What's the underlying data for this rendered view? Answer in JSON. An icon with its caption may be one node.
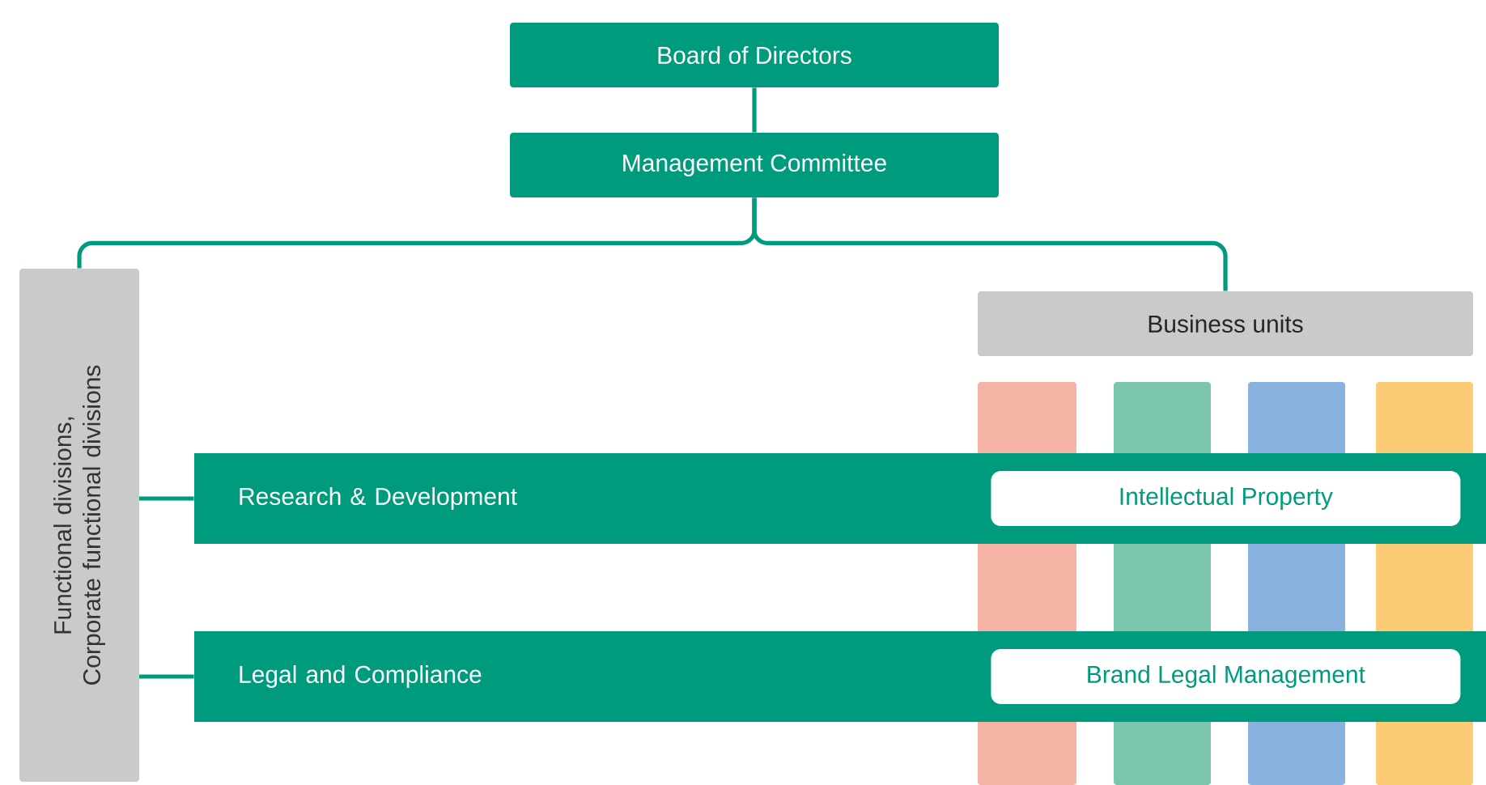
{
  "diagram": {
    "nodes": [
      {
        "text": [
          "Board of Directors"
        ]
      },
      {
        "text": [
          "Management Committee"
        ]
      },
      {
        "text": [
          "Functional divisions, Corporate functional divisions"
        ]
      },
      {
        "text": [
          "Business units"
        ]
      },
      {
        "text": [],
        "shape": "bar"
      },
      {
        "text": [],
        "shape": "bar"
      },
      {
        "text": [],
        "shape": "bar"
      },
      {
        "text": [],
        "shape": "bar"
      },
      {
        "text": [
          "Research & Development"
        ]
      },
      {
        "text": [
          "Intellectual Property"
        ],
        "in": 8
      },
      {
        "text": [
          "Legal and Compliance"
        ]
      },
      {
        "text": [
          "Brand Legal Management"
        ],
        "in": 10
      }
    ],
    "edges": [
      {
        "from": 0,
        "to": 1,
        "arrow": "none"
      },
      {
        "from": 1,
        "to": 2,
        "arrow": "none"
      },
      {
        "from": 1,
        "to": 3,
        "arrow": "none"
      },
      {
        "from": 2,
        "to": 8,
        "arrow": "none"
      },
      {
        "from": 2,
        "to": 10,
        "arrow": "none"
      }
    ]
  }
}
